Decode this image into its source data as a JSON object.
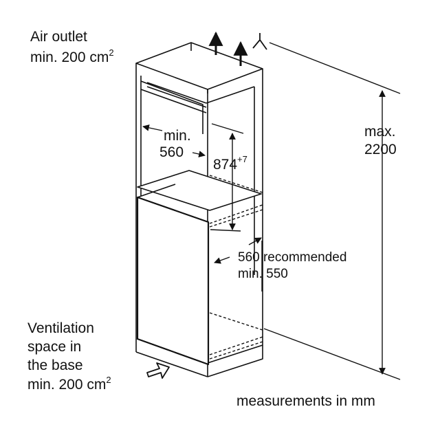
{
  "air_outlet": {
    "line1": "Air outlet",
    "line2": "min. 200 cm",
    "sup": "2"
  },
  "niche_width": {
    "line1": "min.",
    "line2": "560"
  },
  "niche_height": {
    "value": "874",
    "sup": "+7"
  },
  "total_height": {
    "line1": "max.",
    "line2": "2200"
  },
  "depth": {
    "line1": "560 recommended",
    "line2": "min. 550"
  },
  "ventilation": {
    "line1": "Ventilation",
    "line2": "space in",
    "line3": "the base",
    "line4": "min. 200 cm",
    "sup": "2"
  },
  "units_note": "measurements in mm"
}
